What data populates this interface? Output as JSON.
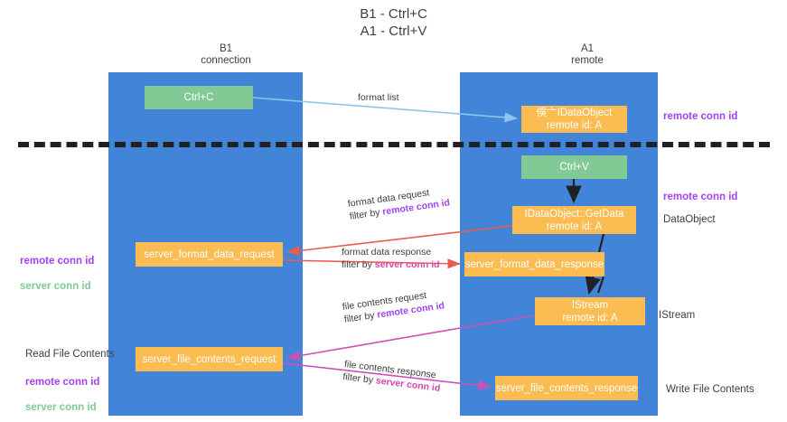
{
  "title": "B1 - Ctrl+C\nA1 - Ctrl+V",
  "columns": {
    "left": "B1\nconnection",
    "right": "A1\nremote"
  },
  "boxes": {
    "ctrl_c": "Ctrl+C",
    "idataobject": "俁⼇IDataObject\nremote id: A",
    "ctrl_v": "Ctrl+V",
    "getdata": "IDataObject::GetData\nremote id: A",
    "server_format_data_request": "server_format_data_request",
    "server_format_data_response": "server_format_data_response",
    "istream": "IStream\nremote id: A",
    "server_file_contents_request": "server_file_contents_request",
    "server_file_contents_response": "server_file_contents_response"
  },
  "annotations": {
    "remote_conn_id_top": "remote conn id",
    "remote_conn_id_mid": "remote conn id",
    "dataobject": "DataObject",
    "istream": "IStream",
    "write_file_contents": "Write File Contents",
    "read_file_contents": "Read File Contents",
    "remote_conn_id": "remote conn id",
    "server_conn_id": "server conn id"
  },
  "edge_labels": {
    "format_list": "format list",
    "format_data_request": "format data request",
    "format_data_request_filter_prefix": "filter by ",
    "format_data_request_filter_key": "remote conn id",
    "format_data_response": "format data response",
    "format_data_response_filter_prefix": "filter by ",
    "format_data_response_filter_key": "server conn id",
    "file_contents_request": "file contents request",
    "file_contents_request_filter_prefix": "filter by ",
    "file_contents_request_filter_key": "remote conn id",
    "file_contents_response": "file contents response",
    "file_contents_response_filter_prefix": "filter by ",
    "file_contents_response_filter_key": "server conn id"
  },
  "colors": {
    "lane": "#4285d8",
    "green_box": "#81c995",
    "orange_box": "#fbbc52",
    "purple_text": "#a142f4",
    "green_text": "#81c995",
    "pink_text": "#d946b0",
    "light_blue_arrow": "#8ec5ea",
    "red_arrow": "#ea5c4e",
    "pink_arrow": "#cf4fb8",
    "black_arrow": "#202124"
  }
}
